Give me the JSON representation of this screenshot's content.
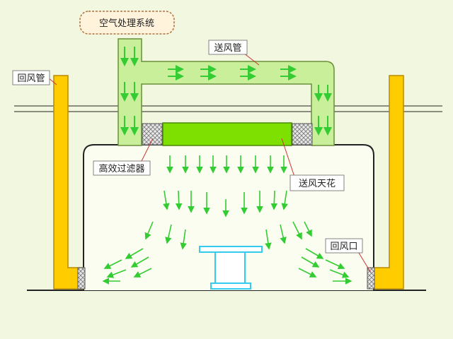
{
  "labels": {
    "ahu": "空气处理系统",
    "supply_duct": "送风管",
    "return_duct": "回风管",
    "hepa_filter": "高效过滤器",
    "supply_ceiling": "送风天花",
    "return_vent": "回风口"
  },
  "colors": {
    "background": "#f2f7e0",
    "duct_green": "#c9ef9a",
    "duct_border": "#6b8f3a",
    "ceiling_green": "#7ee000",
    "arrow_green": "#33cc33",
    "return_yellow": "#ffcc00",
    "return_border": "#b88a00",
    "table_cyan": "#33ccee",
    "annotation_line": "#cc3333",
    "ahu_border": "#b07040"
  },
  "icons": {
    "filter_pattern": "crosshatch",
    "airflow": "arrow"
  }
}
